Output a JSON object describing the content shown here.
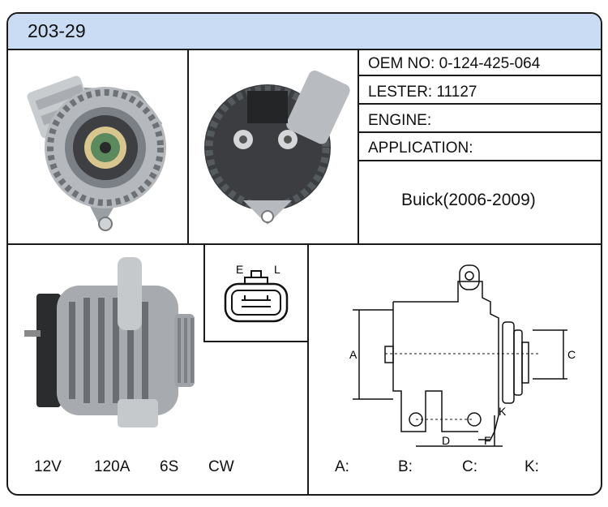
{
  "header": {
    "part_number": "203-29"
  },
  "info": {
    "oem_label": "OEM NO:",
    "oem_value": "0-124-425-064",
    "lester_label": "LESTER:",
    "lester_value": "11127",
    "engine_label": "ENGINE:",
    "engine_value": "",
    "application_label": "APPLICATION:",
    "application_value": "Buick(2006-2009)"
  },
  "specs": {
    "voltage": "12V",
    "amperage": "120A",
    "pulley": "6S",
    "rotation": "CW"
  },
  "connector": {
    "left_label": "E",
    "right_label": "L"
  },
  "diagram": {
    "labels": [
      "A",
      "C",
      "K",
      "D",
      "F"
    ]
  },
  "dimensions": {
    "a_label": "A:",
    "a_value": "",
    "b_label": "B:",
    "b_value": "",
    "c_label": "C:",
    "c_value": "",
    "k_label": "K:",
    "k_value": ""
  },
  "colors": {
    "header_bg": "#c9dcf3",
    "border": "#1a1a1a"
  }
}
